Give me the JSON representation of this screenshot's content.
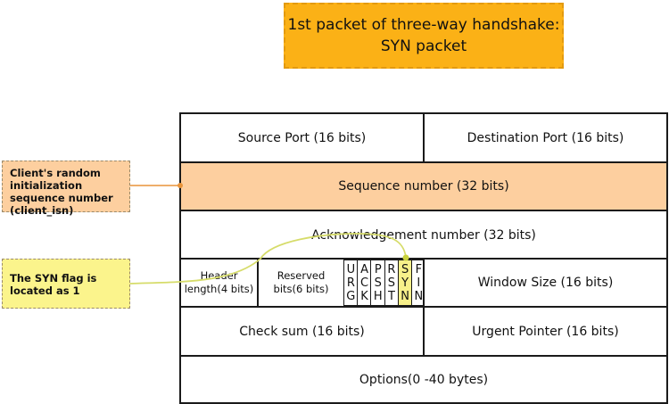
{
  "title": {
    "line1": "1st packet of three-way handshake:",
    "line2": "SYN packet"
  },
  "notes": {
    "isn": "Client's random initialization sequence number (client_isn)",
    "syn": "The SYN flag is located as 1"
  },
  "header": {
    "source_port": "Source Port (16 bits)",
    "destination_port": "Destination Port (16 bits)",
    "sequence_number": "Sequence number (32 bits)",
    "ack_number": "Acknowledgement number (32 bits)",
    "header_length": "Header length(4 bits)",
    "reserved": "Reserved bits(6 bits)",
    "window_size": "Window Size (16 bits)",
    "checksum": "Check sum (16 bits)",
    "urgent_pointer": "Urgent Pointer (16 bits)",
    "options": "Options(0 -40 bytes)"
  },
  "flags": [
    {
      "l1": "U",
      "l2": "R",
      "l3": "G"
    },
    {
      "l1": "A",
      "l2": "C",
      "l3": "K"
    },
    {
      "l1": "P",
      "l2": "S",
      "l3": "H"
    },
    {
      "l1": "R",
      "l2": "S",
      "l3": "T"
    },
    {
      "l1": "S",
      "l2": "Y",
      "l3": "N",
      "highlight": true
    },
    {
      "l1": "F",
      "l2": "I",
      "l3": "N"
    }
  ],
  "colors": {
    "title_bg": "#fbb116",
    "isn_bg": "#fdcf9f",
    "syn_bg": "#fbf48c",
    "syn_flag": "#f7f08a"
  }
}
